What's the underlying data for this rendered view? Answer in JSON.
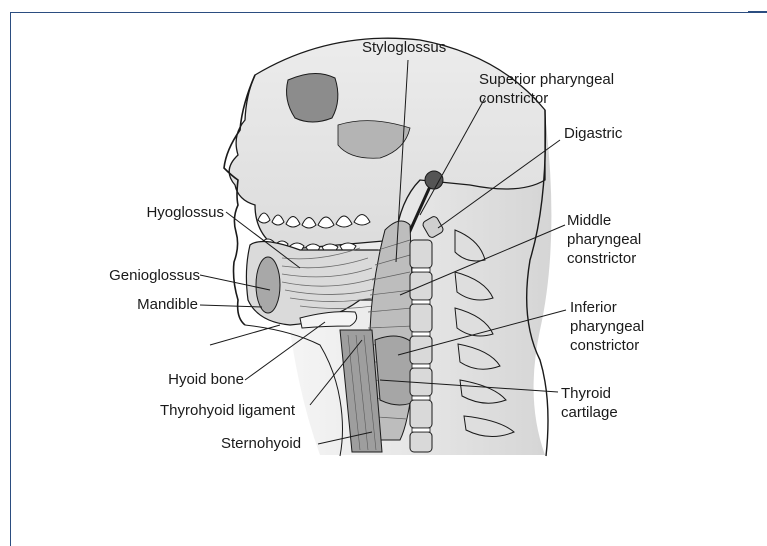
{
  "labels": {
    "styloglossus": "Styloglossus",
    "superior_line1": "Superior pharyngeal",
    "superior_line2": "constrictor",
    "digastric": "Digastric",
    "hyoglossus": "Hyoglossus",
    "middle_line1": "Middle",
    "middle_line2": "pharyngeal",
    "middle_line3": "constrictor",
    "genioglossus": "Genioglossus",
    "mandible": "Mandible",
    "inferior_line1": "Inferior",
    "inferior_line2": "pharyngeal",
    "inferior_line3": "constrictor",
    "hyoid_bone": "Hyoid bone",
    "thyroid_line1": "Thyroid",
    "thyroid_line2": "cartilage",
    "thyrohyoid_ligament": "Thyrohyoid ligament",
    "sternohyoid": "Sternohyoid"
  },
  "colors": {
    "frame": "#2b4d80",
    "ink": "#1a1a1a",
    "bone": "#e6e6e6",
    "shade": "#9a9a9a",
    "muscle": "#c8c8c8"
  }
}
